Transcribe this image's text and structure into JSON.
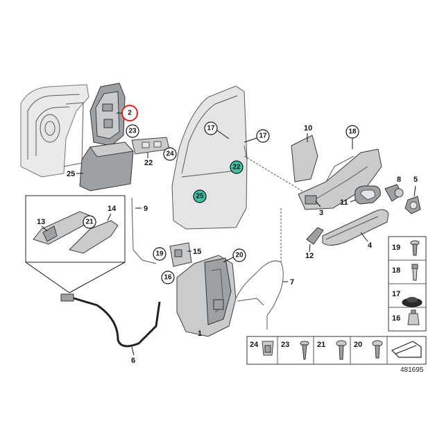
{
  "diagram_id": "481695",
  "highlight_color": "#e0201e",
  "accent_circle_color": "#3fbfa4",
  "parts": {
    "p1": "1",
    "p2": "2",
    "p3": "3",
    "p4": "4",
    "p5": "5",
    "p6": "6",
    "p7": "7",
    "p8": "8",
    "p9": "9",
    "p10": "10",
    "p11": "11",
    "p12": "12",
    "p13": "13",
    "p14": "14",
    "p15": "15",
    "p16": "16",
    "p17": "17",
    "p18": "18",
    "p19": "19",
    "p20": "20",
    "p21": "21",
    "p22": "22",
    "p23": "23",
    "p24": "24",
    "p25": "25"
  },
  "legend": {
    "right_column": [
      "19",
      "18",
      "17",
      "16"
    ],
    "bottom_row": [
      "24",
      "23",
      "21",
      "20"
    ]
  }
}
